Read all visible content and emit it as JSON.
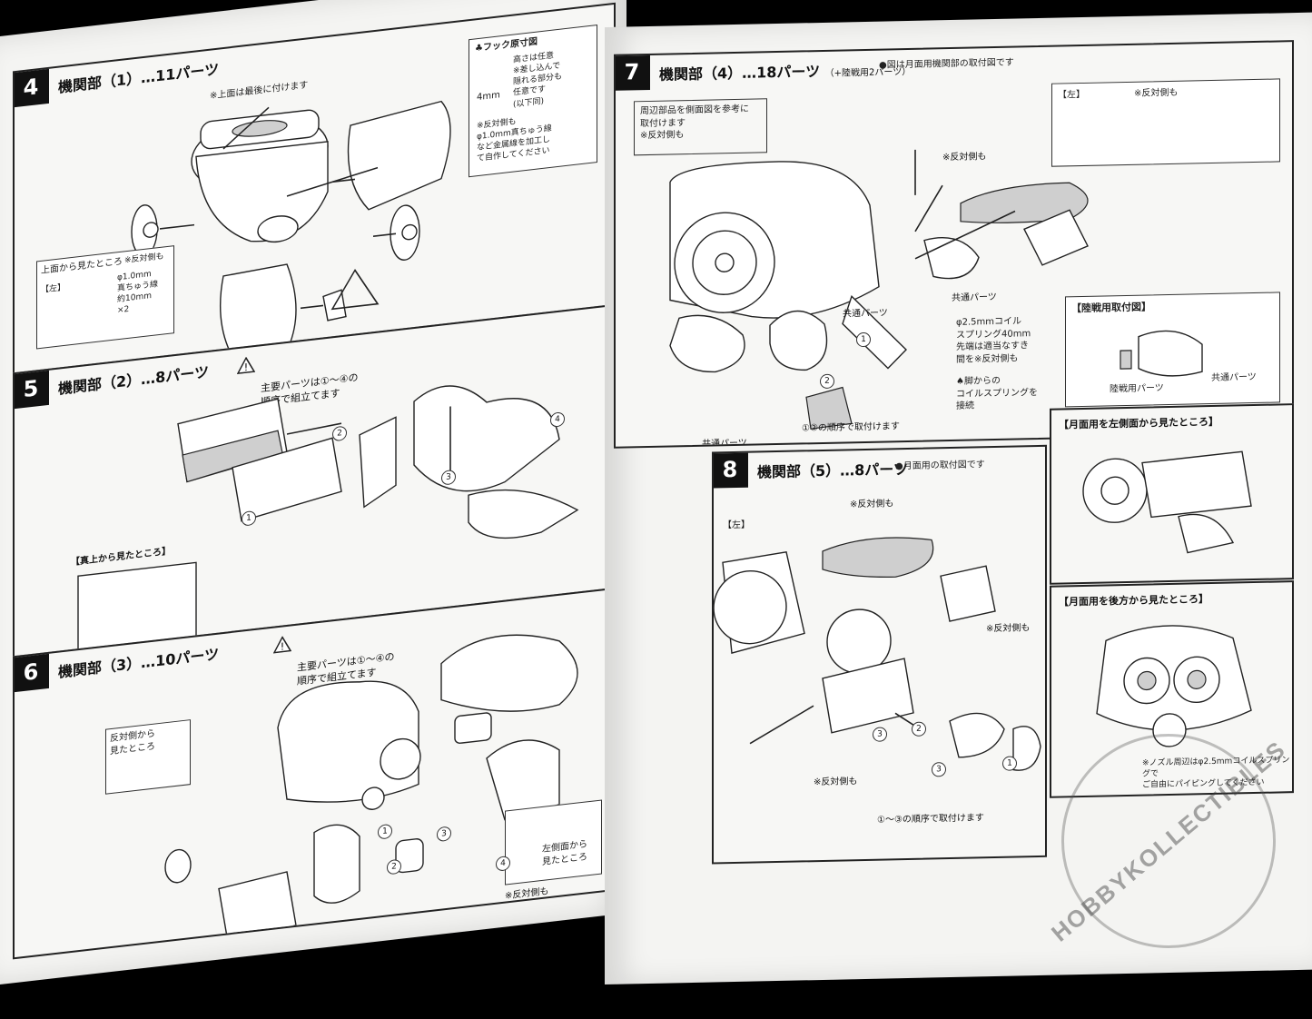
{
  "left_page": {
    "step4": {
      "number": "4",
      "title": "機関部（1）…11パーツ",
      "note_top": "※上面は最後に付けます",
      "hook_box": {
        "title": "♣フック原寸図",
        "size": "4mm",
        "text": "高さは任意\n※差し込んで\n隠れる部分も\n任意です\n(以下同)",
        "note": "※反対側も\nφ1.0mm真ちゅう線\nなど金属線を加工し\nて自作してください"
      },
      "top_view_box": {
        "label": "上面から見たところ",
        "mirror": "※反対側も",
        "side": "【左】",
        "spec": "φ1.0mm\n真ちゅう線\n約10mm\n×2"
      }
    },
    "step5": {
      "number": "5",
      "title": "機関部（2）…8パーツ",
      "warning": "主要パーツは①～④の\n順序で組立てます",
      "top_view": "【真上から見たところ】"
    },
    "step6": {
      "number": "6",
      "title": "機関部（3）…10パーツ",
      "warning": "主要パーツは①～④の\n順序で組立てます",
      "mirror_view": "反対側から\n見たところ",
      "left_view": "左側面から\n見たところ",
      "mirror": "※反対側も"
    }
  },
  "right_page": {
    "step7": {
      "number": "7",
      "title": "機関部（4）…18パーツ",
      "title_sub": "（+陸戦用2パーツ）",
      "header_note": "●図は月面用機関部の取付図です",
      "side_note": "周辺部品を側面図を参考に\n取付けます\n※反対側も",
      "left_label": "【左】",
      "mirror1": "※反対側も",
      "mirror2": "※反対側も",
      "common1": "共通パーツ",
      "common2": "共通パーツ",
      "common3": "共通パーツ",
      "spring_note": "φ2.5mmコイル\nスプリング40mm\n先端は適当なすき\n間を※反対側も",
      "leg_note": "♠脚からの\nコイルスプリングを\n接続",
      "order_note": "①②の順序で取付けます",
      "ground_box": {
        "title": "【陸戦用取付図】",
        "land_parts": "陸戦用パーツ",
        "common": "共通パーツ"
      }
    },
    "step8": {
      "number": "8",
      "title": "機関部（5）…8パーツ",
      "header_note": "●月面用の取付図です",
      "left_label": "【左】",
      "mirror_top": "※反対側も",
      "mirror_right": "※反対側も",
      "mirror_bottom": "※反対側も",
      "order_note": "①～③の順序で取付けます",
      "side_view_title": "【月面用を左側面から見たところ】",
      "rear_view_title": "【月面用を後方から見たところ】",
      "nozzle_note": "※ノズル周辺はφ2.5mmコイルスプリングで\nご自由にパイピングしてください"
    }
  },
  "watermark": "HOBBYKOLLECTIBLES"
}
